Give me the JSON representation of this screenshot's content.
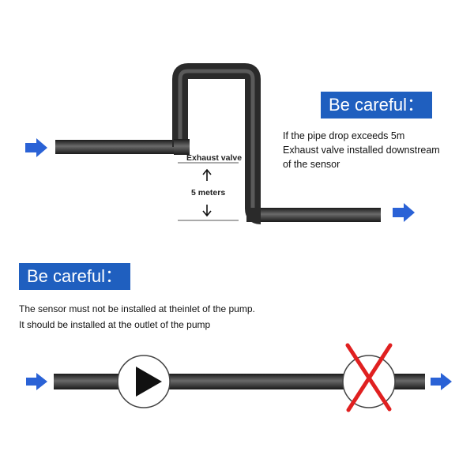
{
  "top_section": {
    "badge": "Be careful：",
    "note_lines": [
      "If the pipe drop exceeds 5m",
      "Exhaust valve installed downstream",
      "of the sensor"
    ],
    "exhaust_label": "Exhaust valve",
    "distance_label": "5 meters"
  },
  "bottom_section": {
    "badge": "Be careful：",
    "note_lines": [
      "The sensor must not be installed at theinlet of the pump.",
      "It should be installed at the outlet of the pump"
    ]
  },
  "colors": {
    "badge_blue": "#1f5fbf",
    "arrow_blue": "#2a62d6",
    "pipe": "#2e2e2e",
    "cross_red": "#e02020"
  },
  "icons": [
    "flow-arrow-icon",
    "up-arrow-icon",
    "down-arrow-icon",
    "pump-icon",
    "sensor-icon",
    "cross-icon"
  ]
}
